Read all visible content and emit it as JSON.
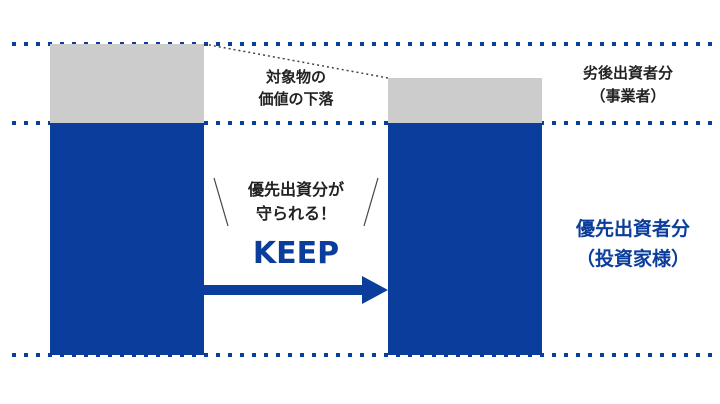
{
  "labels": {
    "drop_line1": "対象物の",
    "drop_line2": "価値の下落",
    "sub_line1": "劣後出資者分",
    "sub_line2": "（事業者）",
    "keep_line1": "優先出資分が",
    "keep_line2": "守られる！",
    "keep_word": "KEEP",
    "senior_line1": "優先出資者分",
    "senior_line2": "（投資家様）"
  },
  "colors": {
    "navy": "#0a3d9c",
    "gray": "#cccccc",
    "text": "#222222"
  },
  "icons": {
    "arrow": "right-arrow-icon"
  }
}
